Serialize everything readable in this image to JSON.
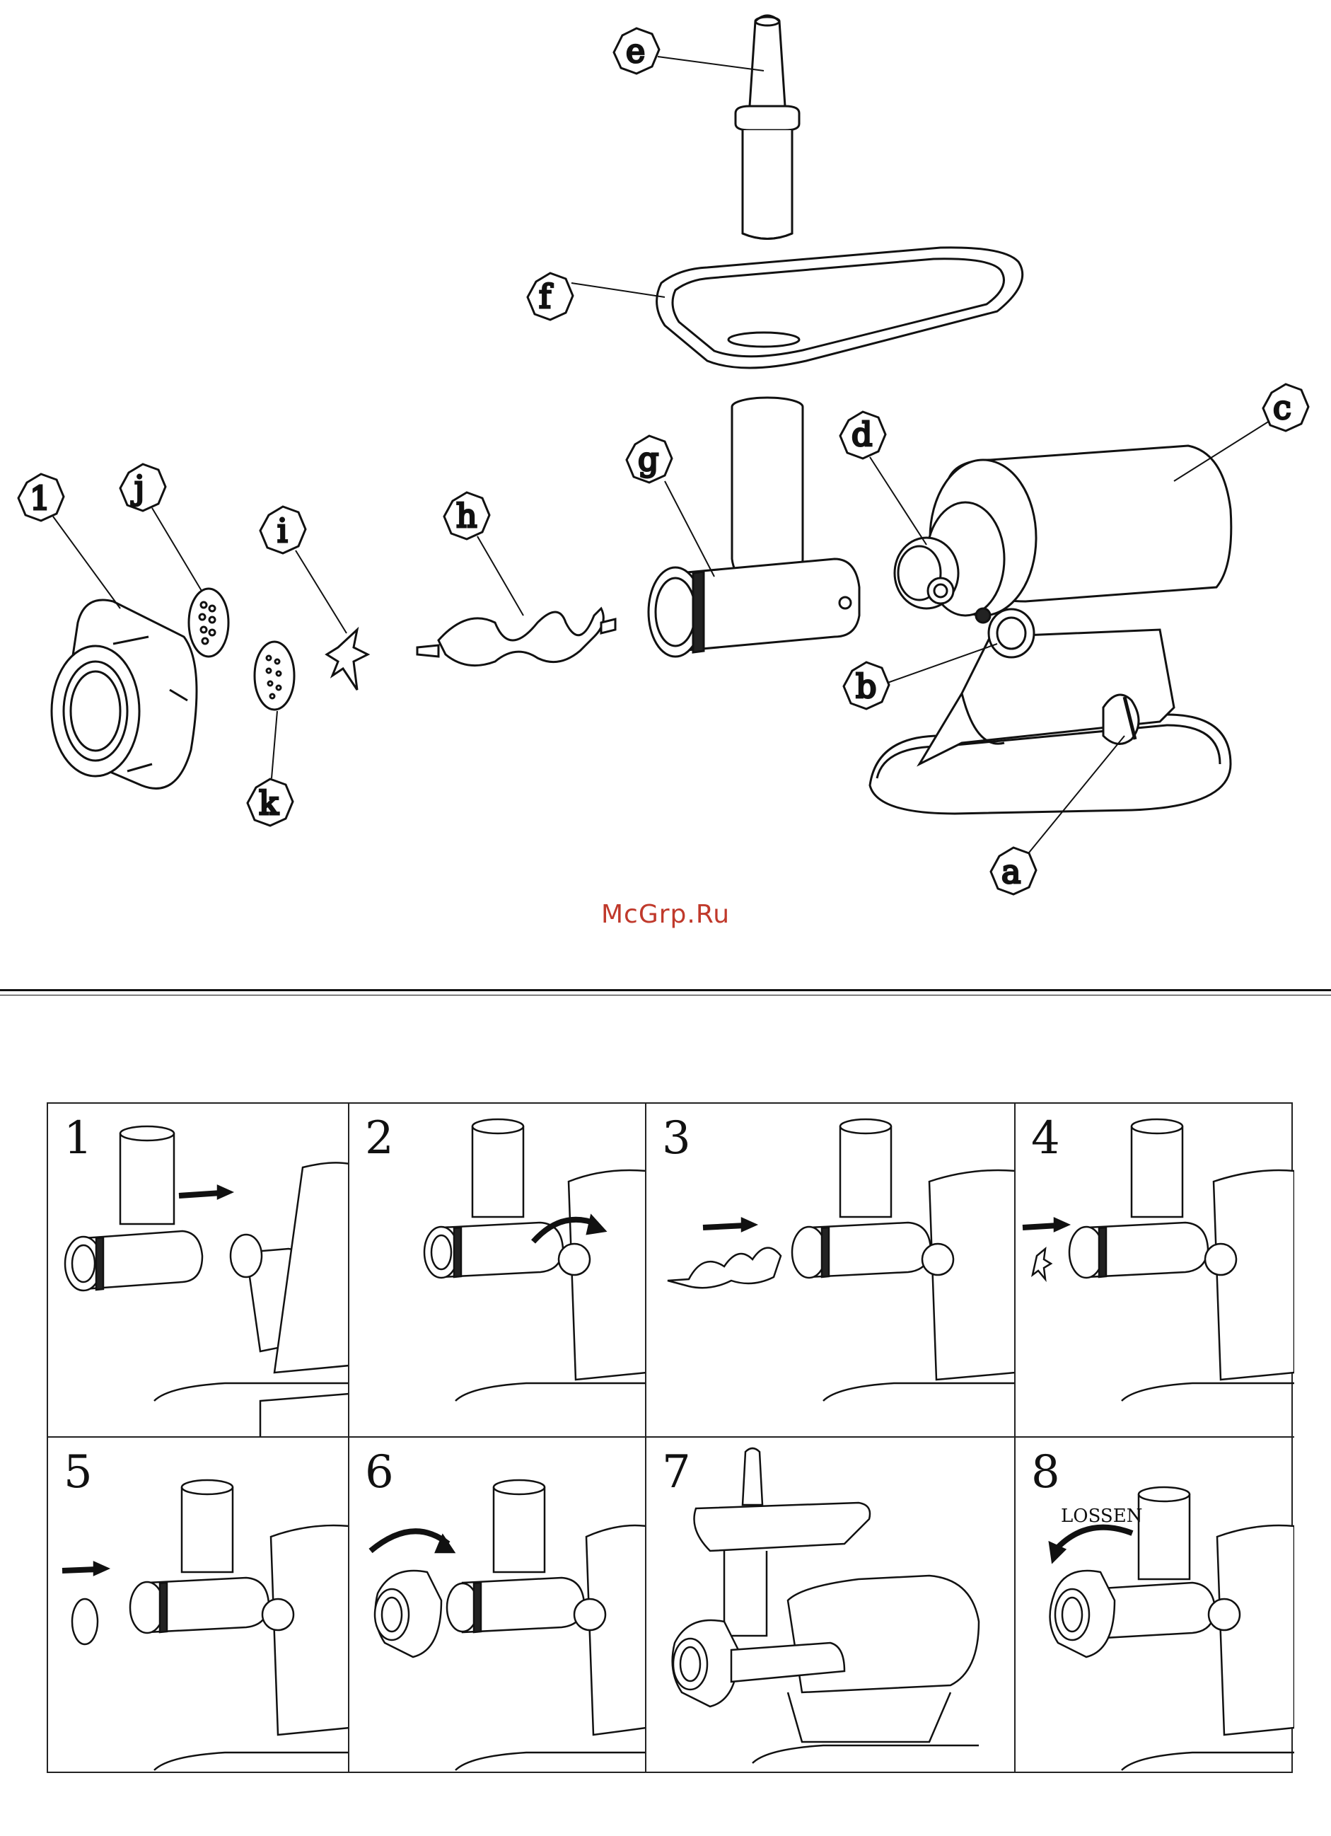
{
  "labels": {
    "l1": "1",
    "j": "j",
    "i": "i",
    "h": "h",
    "g": "g",
    "d": "d",
    "c": "c",
    "e": "e",
    "f": "f",
    "b": "b",
    "k": "k",
    "a": "a"
  },
  "watermark": "McGrp.Ru",
  "steps": [
    {
      "num": "1"
    },
    {
      "num": "2"
    },
    {
      "num": "3"
    },
    {
      "num": "4"
    },
    {
      "num": "5"
    },
    {
      "num": "6"
    },
    {
      "num": "7"
    },
    {
      "num": "8"
    }
  ],
  "step8_label": "LOSSEN",
  "icons": {
    "arrow": "straight-arrow",
    "rotate": "curved-arrow"
  }
}
